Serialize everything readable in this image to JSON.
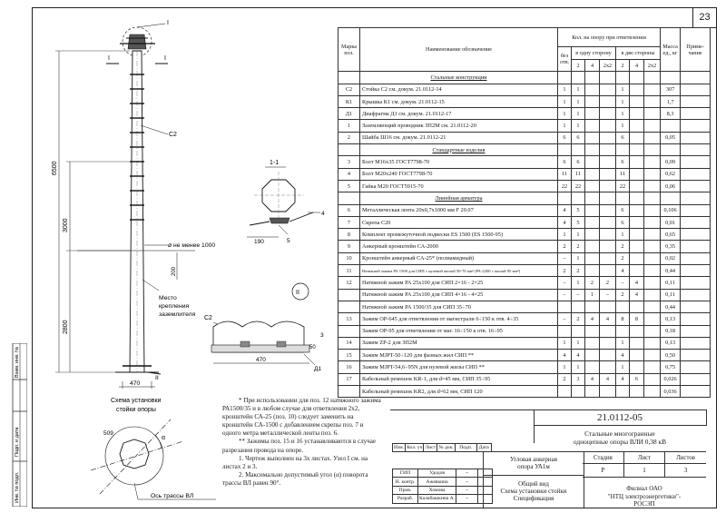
{
  "sheet_number": "23",
  "drawing": {
    "label_I_top": "I",
    "label_I_left": "I",
    "label_I_right": "I",
    "label_C2_top": "C2",
    "label_C2_mid": "C2",
    "dim_6500": "6500",
    "dim_3000": "3000",
    "dim_2800": "2800",
    "dim_200": "200",
    "dim_470": "470",
    "ground_note": "⌀ не менее 1000",
    "grounding_note_1": "Место",
    "grounding_note_2": "крепления",
    "grounding_note_3": "заземлителя",
    "label_II": "II",
    "section_title": "1-1",
    "section_190": "190",
    "section_4": "4",
    "section_5": "5",
    "view_II": "II",
    "detail_C2": "C2",
    "detail_3": "3",
    "detail_50": "50",
    "detail_470": "470",
    "detail_D1": "Д1",
    "scheme_title_1": "Схема установки",
    "scheme_title_2": "стойки опоры",
    "scheme_509": "509",
    "scheme_alpha": "α",
    "scheme_axis": "Ось трассы ВЛ"
  },
  "side_stamp": [
    "Инв. № подл.",
    "Подп. и дата",
    "Взам. инв. №"
  ],
  "spec": {
    "headers": {
      "mark": "Марка поз.",
      "name": "Наименование обозначение",
      "count_group": "Кол. на опору при ответвлении",
      "without": "без отв.",
      "one_side": "в одну сторону",
      "two_sides": "в две стороны",
      "mass": "Масса ед., кг",
      "note": "Приме-чание",
      "sub_2a": "2",
      "sub_4a": "4",
      "sub_2x2a": "2x2",
      "sub_2b": "2",
      "sub_4b": "4",
      "sub_2x2b": "2x2"
    },
    "rows": [
      {
        "type": "section",
        "name": "Стальные конструкции"
      },
      {
        "mark": "С2",
        "name": "Стойка С2 см. докум. 21.0112-14",
        "c0": "1",
        "c1": "1",
        "c2": "",
        "c3": "1",
        "mass": "307"
      },
      {
        "mark": "К1",
        "name": "Крышка К1 см. докум. 21.0112-15",
        "c0": "1",
        "c1": "1",
        "c2": "",
        "c3": "1",
        "mass": "1,7"
      },
      {
        "mark": "Д1",
        "name": "Диафрагма Д1 см. докум. 21.0112-17",
        "c0": "1",
        "c1": "1",
        "c2": "",
        "c3": "1",
        "mass": "8,3"
      },
      {
        "mark": "1",
        "name": "Заземляющий проводник ЗП2М см. 21.0112-20",
        "c0": "1",
        "c1": "1",
        "c2": "",
        "c3": "1",
        "mass": ""
      },
      {
        "mark": "2",
        "name": "Шайба Ш16 см. докум. 21.0112-21",
        "c0": "6",
        "c1": "6",
        "c2": "",
        "c3": "6",
        "mass": "0,05"
      },
      {
        "type": "section",
        "name": "Стандартные изделия"
      },
      {
        "mark": "3",
        "name": "Болт М16х35 ГОСТ7798-70",
        "c0": "6",
        "c1": "6",
        "c2": "",
        "c3": "6",
        "mass": "0,09"
      },
      {
        "mark": "4",
        "name": "Болт М20х240 ГОСТ7798-70",
        "c0": "11",
        "c1": "11",
        "c2": "",
        "c3": "11",
        "mass": "0,62"
      },
      {
        "mark": "5",
        "name": "Гайка М20 ГОСТ5915-70",
        "c0": "22",
        "c1": "22",
        "c2": "",
        "c3": "22",
        "mass": "0,06"
      },
      {
        "type": "section",
        "name": "Линейная арматура"
      },
      {
        "mark": "6",
        "name": "Металлическая лента 20х0,7х1000 мм F 20.07",
        "c0": "4",
        "c1": "5",
        "c2": "",
        "c3": "6",
        "mass": "0,106"
      },
      {
        "mark": "7",
        "name": "Скрепа С20",
        "c0": "4",
        "c1": "5",
        "c2": "",
        "c3": "6",
        "mass": "0,01"
      },
      {
        "mark": "8",
        "name": "Комплект промежуточной подвески ES 1500 (ES 1500-95)",
        "c0": "1",
        "c1": "1",
        "c2": "",
        "c3": "1",
        "mass": "0,65"
      },
      {
        "mark": "9",
        "name": "Анкерный кронштейн СА-2000",
        "c0": "2",
        "c1": "2",
        "c2": "",
        "c3": "2",
        "mass": "0,35"
      },
      {
        "mark": "10",
        "name": "Кронштейн анкерный СА-25* (полиамидный)",
        "c0": "–",
        "c1": "1",
        "c2": "",
        "c3": "2",
        "mass": "0,02"
      },
      {
        "mark": "11",
        "name": "Натяжной зажим РА 1500 для СИП с нулевой жилой 50-70 мм² (РА-2200 с жилой 95 мм²)",
        "c0": "2",
        "c1": "2",
        "c2": "",
        "c3": "4",
        "mass": "0,44",
        "small": true
      },
      {
        "mark": "12",
        "name": "Натяжной зажим РА 25х100 для СИП 2×16 - 2×25",
        "c0": "–",
        "c1": "1",
        "c2": "2",
        "c3": "2",
        "c4": "–",
        "c5": "4",
        "mass": "0,11"
      },
      {
        "mark": "",
        "name": "Натяжной зажим РА 25х100 для СИП 4×16 - 4×25",
        "c0": "–",
        "c1": "–",
        "c2": "1",
        "c3": "–",
        "c4": "2",
        "c5": "4",
        "mass": "0,11"
      },
      {
        "mark": "",
        "name": "Натяжной зажим РА 1500/35 для СИП 35÷70",
        "c0": "",
        "c1": "",
        "c2": "",
        "c3": "",
        "c4": "",
        "c5": "",
        "mass": "0,44"
      },
      {
        "mark": "13",
        "name": "Зажим ОР-645 для ответвления от магистрали 6÷150 к отв. 4÷35",
        "c0": "–",
        "c1": "2",
        "c2": "4",
        "c3": "4",
        "c4": "8",
        "c5": "8",
        "mass": "0,13"
      },
      {
        "mark": "",
        "name": "Зажим ОР-95 для ответвления от маг. 16÷150 к отв. 16÷95",
        "c0": "",
        "c1": "",
        "c2": "",
        "c3": "",
        "c4": "",
        "c5": "",
        "mass": "0,18"
      },
      {
        "mark": "14",
        "name": "Зажим ZP-2 для ЗП2М",
        "c0": "1",
        "c1": "1",
        "c2": "",
        "c3": "1",
        "mass": "0,13"
      },
      {
        "mark": "15",
        "name": "Зажим MJPT-50÷120 для фазных жил СИП **",
        "c0": "4",
        "c1": "4",
        "c2": "",
        "c3": "4",
        "mass": "0,50"
      },
      {
        "mark": "16",
        "name": "Зажим MJPT-54,6÷95N для нулевой жилы СИП **",
        "c0": "1",
        "c1": "1",
        "c2": "",
        "c3": "1",
        "mass": "0,75"
      },
      {
        "mark": "17",
        "name": "Кабельный ремешок KR-1, для d=45 мм, СИП 35÷95",
        "c0": "2",
        "c1": "3",
        "c2": "4",
        "c3": "4",
        "c4": "4",
        "c5": "6",
        "mass": "0,026"
      },
      {
        "mark": "",
        "name": "Кабельный ремешок KR2, для d=62 мм, СИП 120",
        "c0": "",
        "c1": "",
        "c2": "",
        "c3": "",
        "c4": "",
        "c5": "",
        "mass": "0,036"
      }
    ]
  },
  "notes": [
    "* При использовании для поз. 12 натяжного зажима РА1500/35 и в любом случае для ответвления 2х2, кронштейн СА-25 (поз. 10) следует заменить на кронштейн СА-1500 с добавлением скрепы поз. 7 и одного метра металлической ленты поз. 6.",
    "** Зажимы поз. 15 и 16 устанавливаются в случае разрезания провода на опоре.",
    "1. Чертеж выполнен на 3х листах. Узел I см. на листах 2 и 3.",
    "2. Максимально допустимый угол (α) поворота трассы ВЛ равен 90°."
  ],
  "title_block": {
    "code": "21.0112-05",
    "title_line1": "Стальные многогранные",
    "title_line2": "одноцепные опоры ВЛИ 0,38 кВ",
    "sub1_line1": "Угловая анкерная",
    "sub1_line2": "опора УА1м",
    "sub2_line1": "Общий вид",
    "sub2_line2": "Схема установки стойки",
    "sub2_line3": "Спецификация",
    "stage_label": "Стадия",
    "sheet_label": "Лист",
    "sheets_label": "Листов",
    "stage": "Р",
    "sheet": "1",
    "sheets": "3",
    "org_line1": "Филиал ОАО",
    "org_line2": "\"НТЦ электроэнергетики\"-",
    "org_line3": "РОСЭП",
    "cols": [
      "Изм.",
      "Кол. уч",
      "Лист",
      "№ док.",
      "Подп.",
      "Дата"
    ],
    "people": [
      {
        "role": "ГИП",
        "name": "Удодов"
      },
      {
        "role": "Н. контр.",
        "name": "Ажевкина"
      },
      {
        "role": "Пров.",
        "name": "Хомова"
      },
      {
        "role": "Разраб.",
        "name": "Калабашкина А."
      }
    ]
  }
}
